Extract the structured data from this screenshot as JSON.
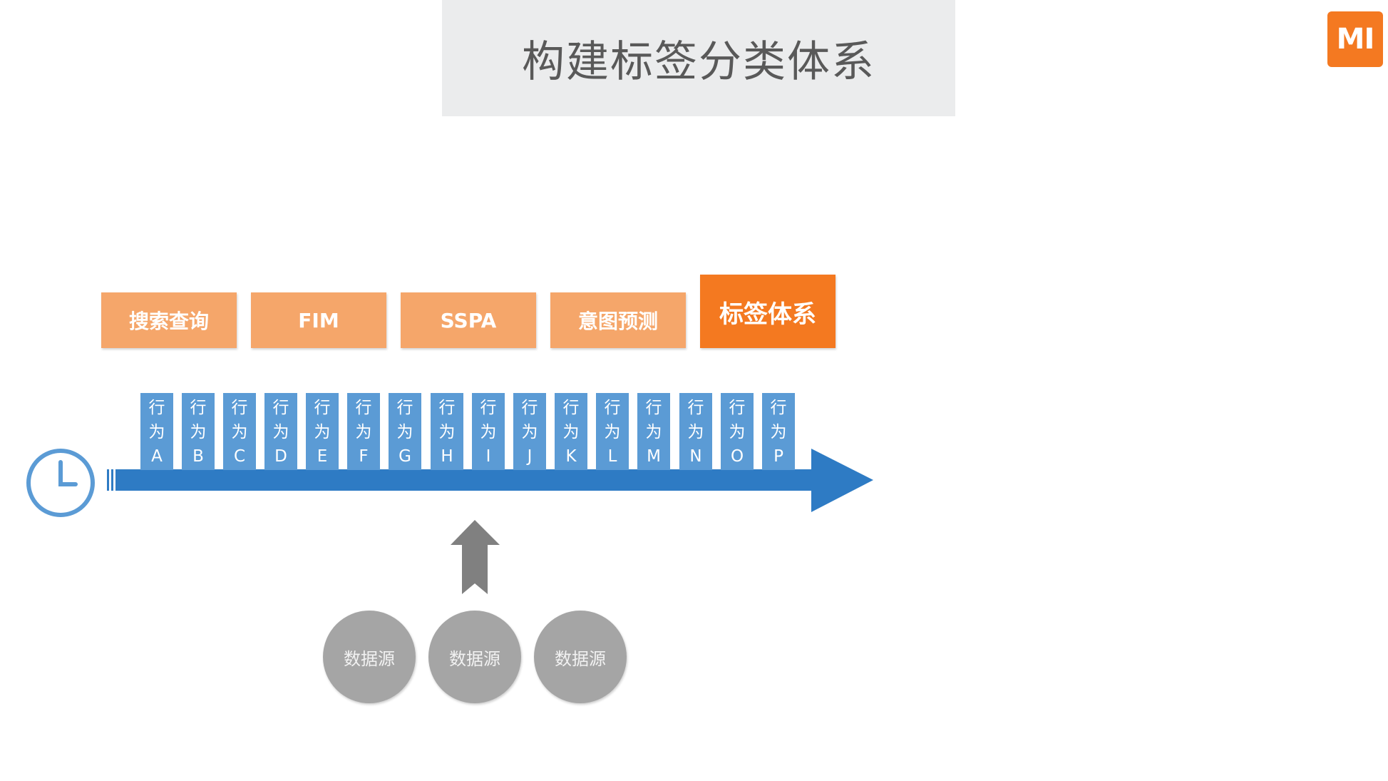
{
  "title": "构建标签分类体系",
  "logo_text": "MI",
  "stages": [
    "搜索查询",
    "FIM",
    "SSPA",
    "意图预测",
    "标签体系"
  ],
  "behaviors": [
    {
      "line1": "行",
      "line2": "为",
      "letter": "A"
    },
    {
      "line1": "行",
      "line2": "为",
      "letter": "B"
    },
    {
      "line1": "行",
      "line2": "为",
      "letter": "C"
    },
    {
      "line1": "行",
      "line2": "为",
      "letter": "D"
    },
    {
      "line1": "行",
      "line2": "为",
      "letter": "E"
    },
    {
      "line1": "行",
      "line2": "为",
      "letter": "F"
    },
    {
      "line1": "行",
      "line2": "为",
      "letter": "G"
    },
    {
      "line1": "行",
      "line2": "为",
      "letter": "H"
    },
    {
      "line1": "行",
      "line2": "为",
      "letter": "I"
    },
    {
      "line1": "行",
      "line2": "为",
      "letter": "J"
    },
    {
      "line1": "行",
      "line2": "为",
      "letter": "K"
    },
    {
      "line1": "行",
      "line2": "为",
      "letter": "L"
    },
    {
      "line1": "行",
      "line2": "为",
      "letter": "M"
    },
    {
      "line1": "行",
      "line2": "为",
      "letter": "N"
    },
    {
      "line1": "行",
      "line2": "为",
      "letter": "O"
    },
    {
      "line1": "行",
      "line2": "为",
      "letter": "P"
    }
  ],
  "sources": [
    "数据源",
    "数据源",
    "数据源"
  ],
  "icons": {
    "clock": "clock-icon",
    "timeline_arrow": "timeline-arrow",
    "up_arrow": "up-arrow"
  },
  "colors": {
    "stage": "#f5a66a",
    "stage_active": "#f47920",
    "behavior": "#5b9bd5",
    "timeline": "#2e7bc4",
    "source": "#a5a5a5",
    "up_arrow": "#808080",
    "logo": "#f47921"
  }
}
